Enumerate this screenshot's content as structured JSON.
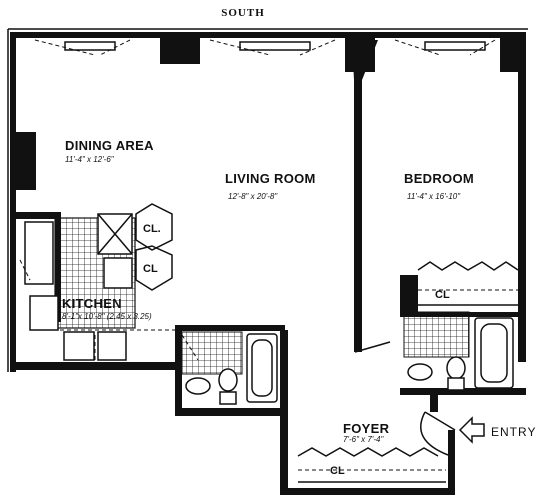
{
  "compass": {
    "label": "SOUTH"
  },
  "rooms": [
    {
      "id": "dining-area",
      "name": "DINING AREA",
      "dims": "11'-4\" x 12'-6\""
    },
    {
      "id": "living-room",
      "name": "LIVING ROOM",
      "dims": "12'-8\" x 20'-8\""
    },
    {
      "id": "bedroom",
      "name": "BEDROOM",
      "dims": "11'-4\" x 16'-10\""
    },
    {
      "id": "kitchen",
      "name": "KITCHEN",
      "dims": "8'-1\"x 10'-8\" (2.45 x 3.25)"
    },
    {
      "id": "foyer",
      "name": "FOYER",
      "dims": "7'-6\" x 7'-4\""
    }
  ],
  "closets": [
    "CL.",
    "CL",
    "CL",
    "CL"
  ],
  "entry": {
    "label": "ENTRY"
  },
  "icons": {
    "entry_arrow": "arrow-left-icon"
  }
}
